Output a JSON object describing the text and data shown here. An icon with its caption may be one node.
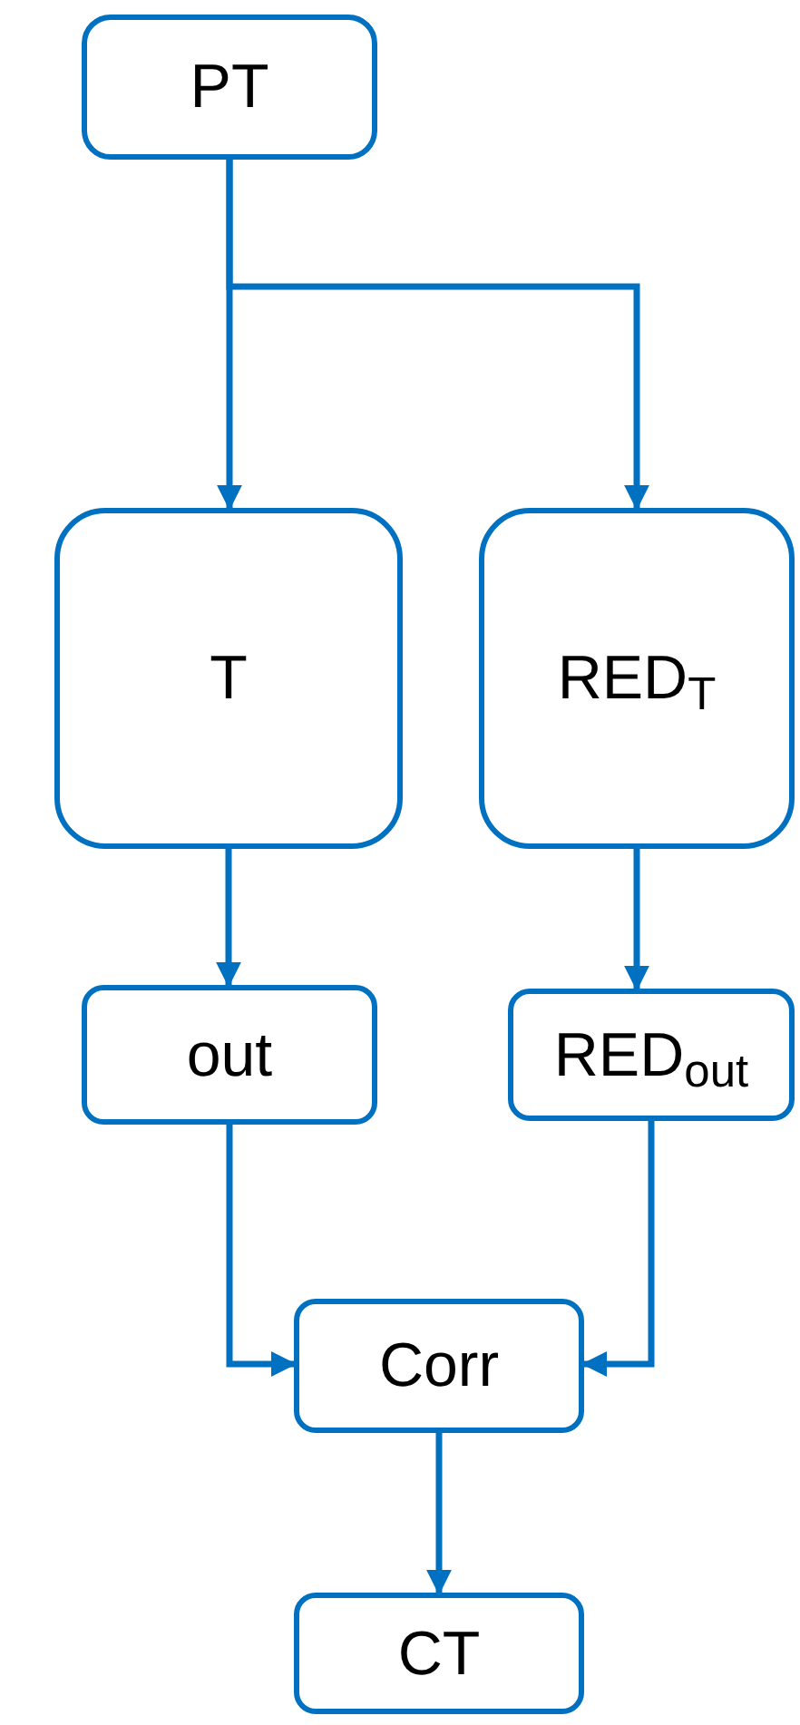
{
  "diagram": {
    "nodes": [
      {
        "text": [
          "PT"
        ]
      },
      {
        "text": [
          "T"
        ]
      },
      {
        "text": [
          "RED$_{T}$"
        ]
      },
      {
        "text": [
          "out"
        ]
      },
      {
        "text": [
          "RED$_{out}$"
        ]
      },
      {
        "text": [
          "Corr"
        ]
      },
      {
        "text": [
          "CT"
        ]
      }
    ],
    "edges": [
      {
        "from": 0,
        "to": 1,
        "arrow": "to"
      },
      {
        "from": 0,
        "to": 2,
        "arrow": "to"
      },
      {
        "from": 1,
        "to": 3,
        "arrow": "to"
      },
      {
        "from": 2,
        "to": 4,
        "arrow": "to"
      },
      {
        "from": 3,
        "to": 5,
        "arrow": "to"
      },
      {
        "from": 4,
        "to": 5,
        "arrow": "to"
      },
      {
        "from": 5,
        "to": 6,
        "arrow": "to"
      }
    ]
  }
}
